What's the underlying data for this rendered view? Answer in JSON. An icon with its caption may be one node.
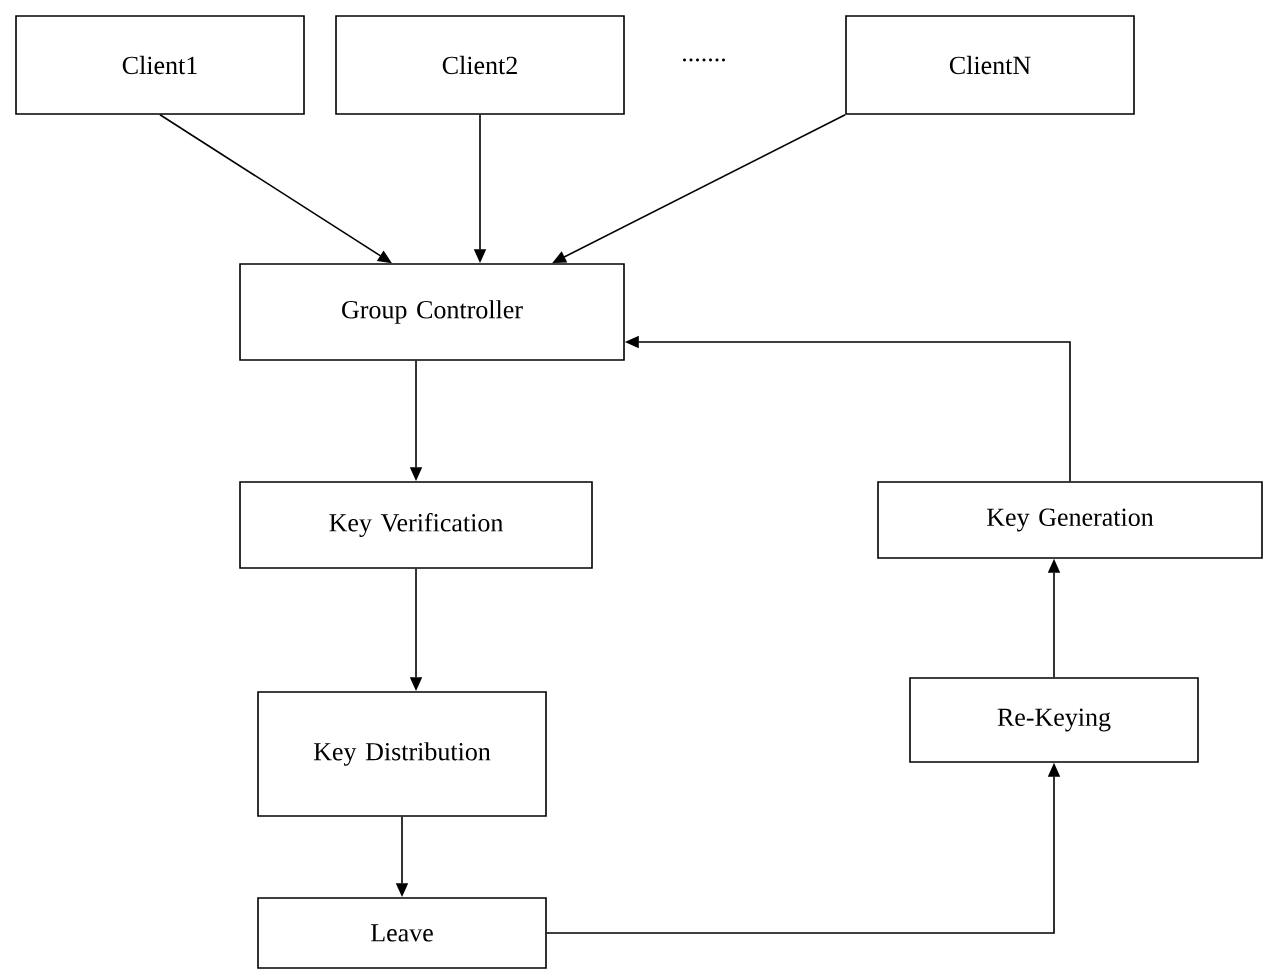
{
  "diagram": {
    "nodes": [
      {
        "text": [
          "Client1"
        ]
      },
      {
        "text": [
          "Client2"
        ]
      },
      {
        "text": [
          "ClientN"
        ]
      },
      {
        "text": [
          "Group Controller"
        ]
      },
      {
        "text": [
          "Key Verification"
        ]
      },
      {
        "text": [
          "Key Generation"
        ]
      },
      {
        "text": [
          "Key Distribution"
        ]
      },
      {
        "text": [
          "Re-Keying"
        ]
      },
      {
        "text": [
          "Leave"
        ]
      }
    ],
    "edges": [
      {
        "from": 0,
        "to": 3,
        "arrow": "to"
      },
      {
        "from": 1,
        "to": 3,
        "arrow": "to"
      },
      {
        "from": 2,
        "to": 3,
        "arrow": "to"
      },
      {
        "from": 3,
        "to": 4,
        "arrow": "to"
      },
      {
        "from": 4,
        "to": 6,
        "arrow": "to"
      },
      {
        "from": 6,
        "to": 8,
        "arrow": "to"
      },
      {
        "from": 8,
        "to": 7,
        "arrow": "to"
      },
      {
        "from": 7,
        "to": 5,
        "arrow": "to"
      },
      {
        "from": 5,
        "to": 3,
        "arrow": "to"
      }
    ],
    "labels": [
      "......."
    ]
  }
}
